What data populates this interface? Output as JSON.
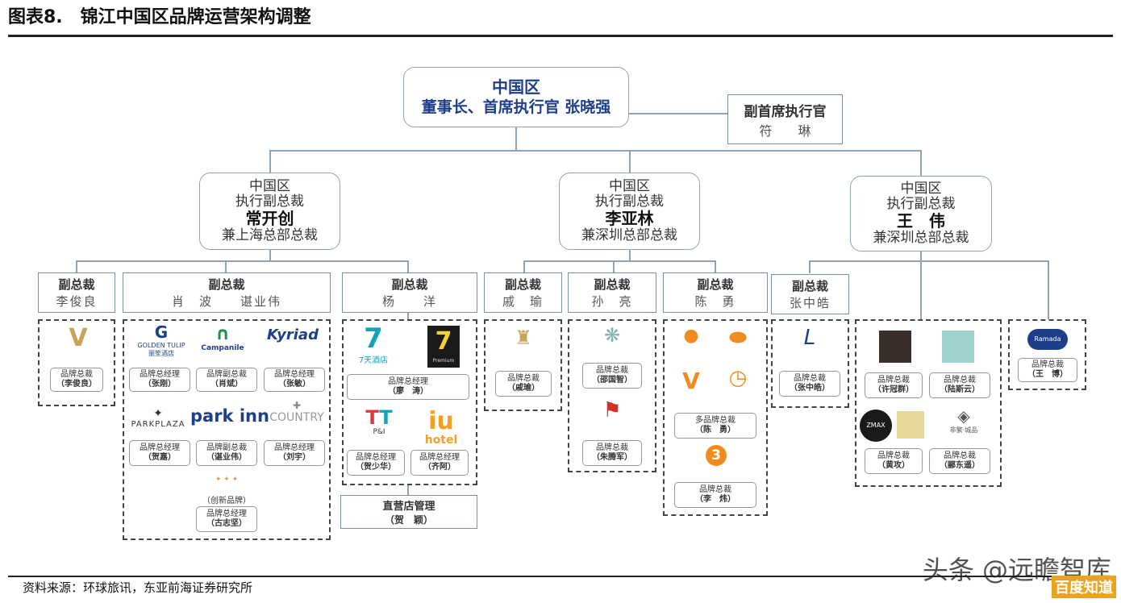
{
  "header": {
    "title": "图表8.　锦江中国区品牌运营架构调整"
  },
  "footer": {
    "source": "资料来源：环球旅讯，东亚前海证券研究所",
    "watermark": "头条 @远瞻智库",
    "watermark2": "百度知道"
  },
  "top": {
    "line1": "中国区",
    "line2": "董事长、首席执行官 张晓强"
  },
  "vice_ceo": {
    "line1": "副首席执行官",
    "line2": "符　　琳"
  },
  "evps": [
    {
      "l1": "中国区",
      "l2": "执行副总裁",
      "name": "常开创",
      "l4": "兼上海总部总裁"
    },
    {
      "l1": "中国区",
      "l2": "执行副总裁",
      "name": "李亚林",
      "l4": "兼深圳总部总裁"
    },
    {
      "l1": "中国区",
      "l2": "执行副总裁",
      "name": "王　伟",
      "l4": "兼深圳总部总裁"
    }
  ],
  "vps": [
    {
      "title": "副总裁",
      "name": "李俊良"
    },
    {
      "title": "副总裁",
      "name": "肖　波　　谌业伟"
    },
    {
      "title": "副总裁",
      "name": "杨　　洋"
    },
    {
      "title": "副总裁",
      "name": "戚　瑜"
    },
    {
      "title": "副总裁",
      "name": "孙　亮"
    },
    {
      "title": "副总裁",
      "name": "陈　勇"
    },
    {
      "title": "副总裁",
      "name": "张中皓"
    }
  ],
  "brand_tags": {
    "t1": {
      "a": "品牌总裁",
      "b": "（李俊良）"
    },
    "t2": {
      "a": "品牌总经理",
      "b": "（张刚）"
    },
    "t3": {
      "a": "品牌副总裁",
      "b": "（肖斌）"
    },
    "t4": {
      "a": "品牌总经理",
      "b": "（张敏）"
    },
    "t5": {
      "a": "品牌总经理",
      "b": "（贺嘉）"
    },
    "t6": {
      "a": "品牌副总裁",
      "b": "（谌业伟）"
    },
    "t7": {
      "a": "品牌总经理",
      "b": "（刘宇）"
    },
    "t8": {
      "a": "（创新品牌）",
      "b": ""
    },
    "t9": {
      "a": "品牌总经理",
      "b": "（古志坚）"
    },
    "t10": {
      "a": "品牌总经理",
      "b": "（廖　涛）"
    },
    "t11": {
      "a": "品牌总经理",
      "b": "（贺少华）"
    },
    "t12": {
      "a": "品牌总经理",
      "b": "（齐阿）"
    },
    "t13": {
      "a": "品牌总裁",
      "b": "（戚瑜）"
    },
    "t14": {
      "a": "品牌总裁",
      "b": "（邵国智）"
    },
    "t15": {
      "a": "品牌总裁",
      "b": "（朱腾军）"
    },
    "t16": {
      "a": "多品牌总裁",
      "b": "（陈　勇）"
    },
    "t17": {
      "a": "品牌总裁",
      "b": "（李　炜）"
    },
    "t18": {
      "a": "品牌总裁",
      "b": "（张中皓）"
    },
    "t19": {
      "a": "品牌总裁",
      "b": "（许冠群）"
    },
    "t20": {
      "a": "品牌总裁",
      "b": "（陆斯云）"
    },
    "t21": {
      "a": "品牌总裁",
      "b": "（黄攻）"
    },
    "t22": {
      "a": "品牌总裁",
      "b": "（郦东遥）"
    },
    "t23": {
      "a": "品牌总裁",
      "b": "（王　博）"
    }
  },
  "direct": {
    "a": "直营店管理",
    "b": "（贺　颖）"
  },
  "logos": {
    "golden_tulip": "GOLDEN TULIP",
    "golden_tulip_cn": "丽笙酒店",
    "campanile": "Campanile",
    "kyriad": "Kyriad",
    "parkplaza": "PARKPLAZA",
    "parkinn": "park inn",
    "country": "COUNTRY",
    "seven": "7",
    "seven_cn": "7天酒店",
    "premium": "Premium",
    "pi": "P&I",
    "iu": "iu",
    "iu2": "hotel",
    "three": "3",
    "lavande": "L",
    "zmax": "ZMAX",
    "jxyd": "非繁·城品",
    "ramada": "Ramada"
  },
  "colors": {
    "box_border": "#8fa3b8",
    "teal": "#12a4b6",
    "gold": "#c8a35a",
    "orange": "#f08c1e",
    "blue": "#1d3f8a"
  }
}
